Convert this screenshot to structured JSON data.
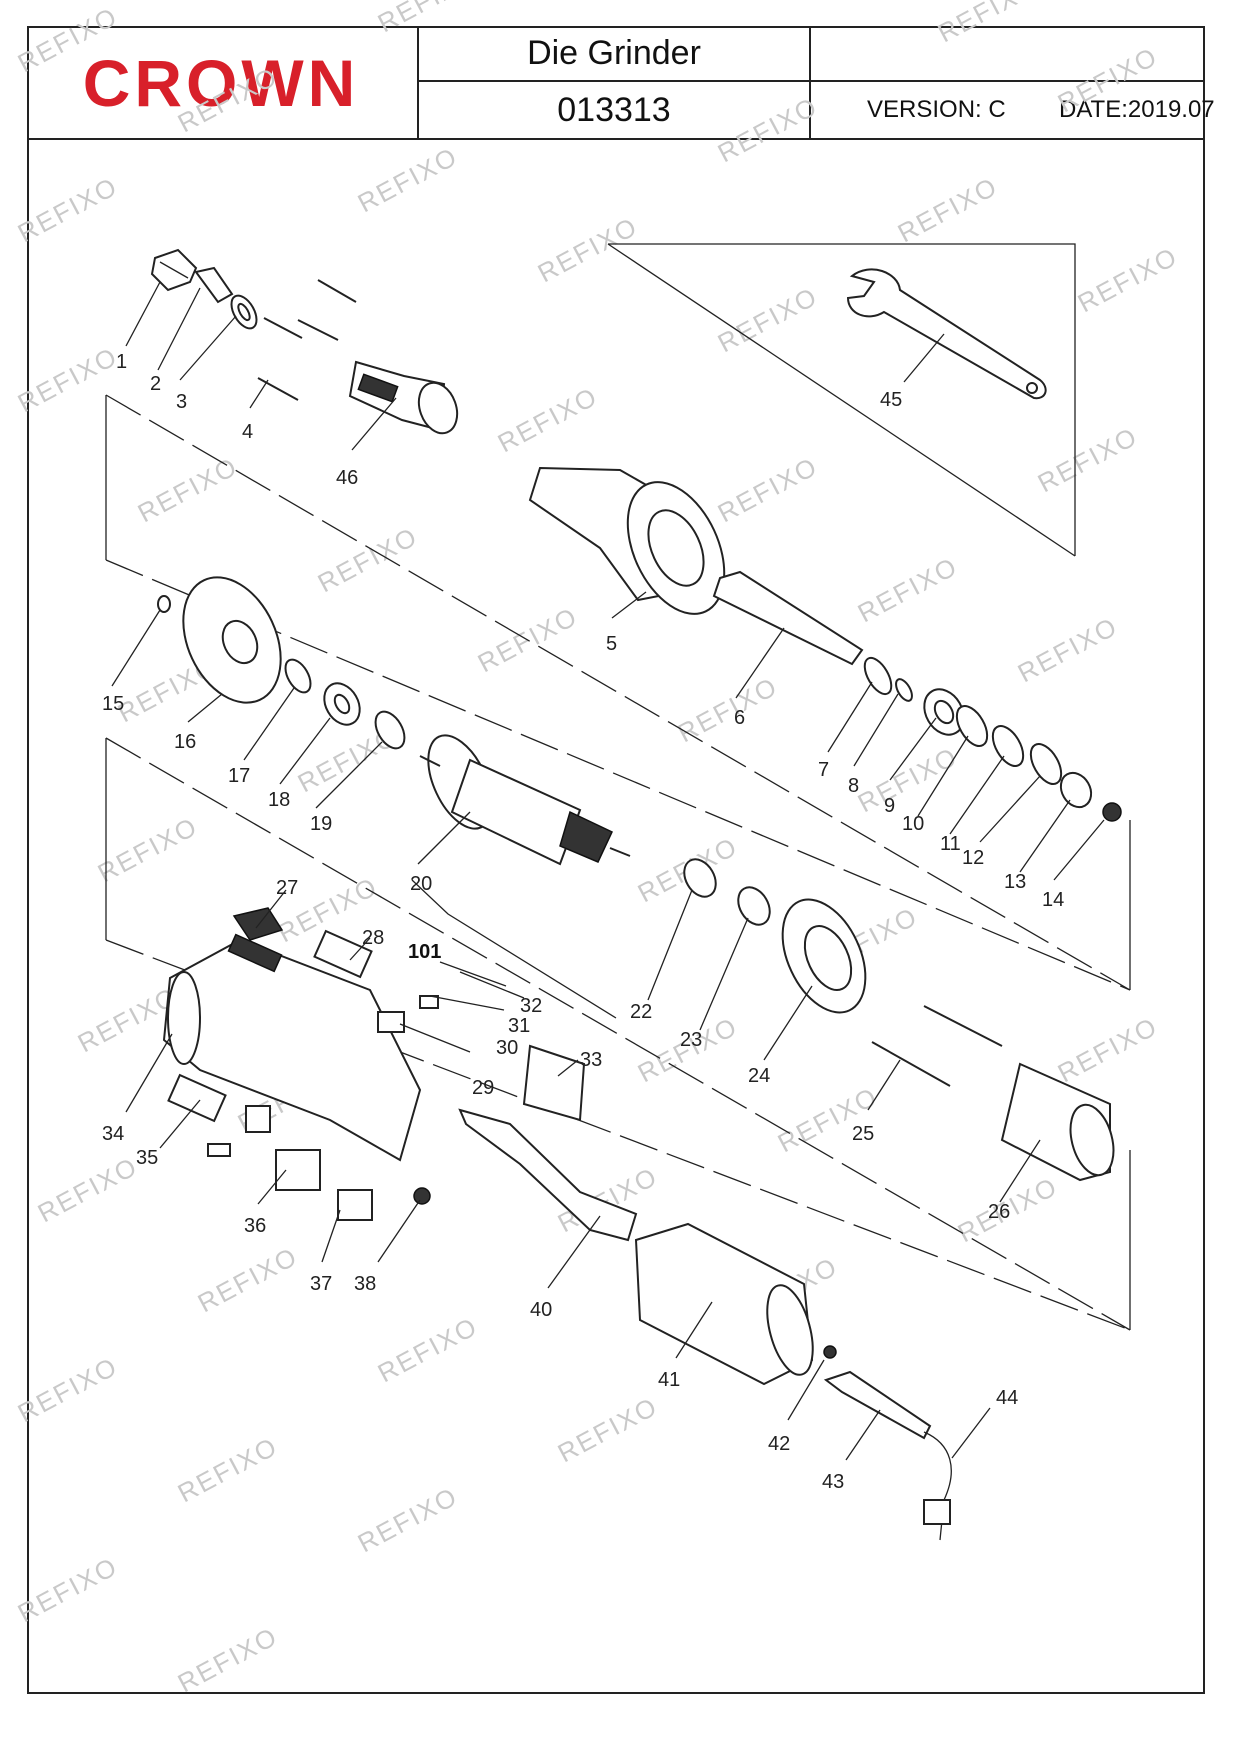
{
  "header": {
    "brand": "CROWN",
    "title": "Die  Grinder",
    "model": "013313",
    "version": "VERSION: C",
    "date": "DATE:2019.07"
  },
  "watermark": "REFIXO",
  "callouts": [
    "1",
    "2",
    "3",
    "4",
    "5",
    "6",
    "7",
    "8",
    "9",
    "10",
    "11",
    "12",
    "13",
    "14",
    "15",
    "16",
    "17",
    "18",
    "19",
    "20",
    "22",
    "23",
    "24",
    "25",
    "26",
    "27",
    "28",
    "29",
    "30",
    "31",
    "32",
    "33",
    "34",
    "35",
    "36",
    "37",
    "38",
    "40",
    "41",
    "42",
    "43",
    "44",
    "45",
    "46",
    "101"
  ],
  "colors": {
    "brand_red": "#d8202a",
    "line": "#222222",
    "watermark": "#c9c9c9"
  }
}
